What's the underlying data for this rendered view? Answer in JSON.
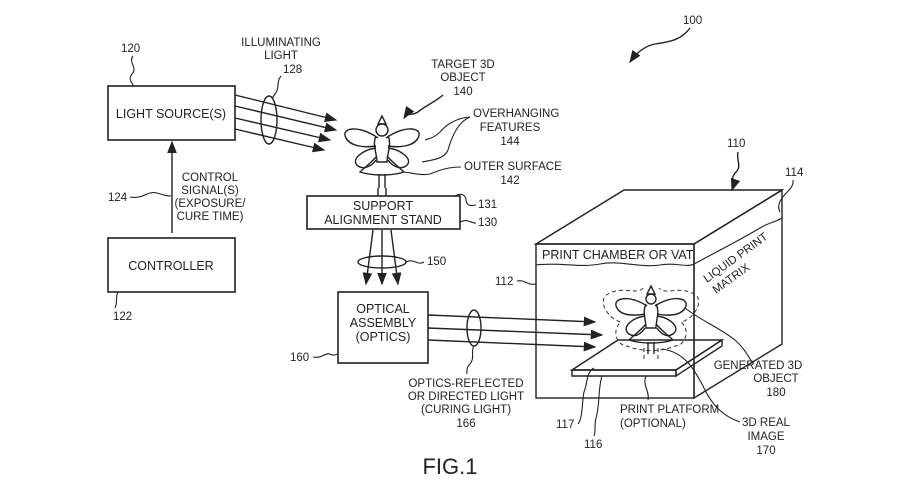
{
  "figure": {
    "caption": "FIG.1",
    "system_ref": "100"
  },
  "blocks": {
    "light_source": {
      "label": "LIGHT SOURCE(S)",
      "ref": "120"
    },
    "controller": {
      "label": "CONTROLLER",
      "ref": "122"
    },
    "support_stand": {
      "label_line1": "SUPPORT",
      "label_line2": "ALIGNMENT STAND",
      "ref_outer": "130",
      "ref_top": "131"
    },
    "optical_assembly": {
      "label_line1": "OPTICAL",
      "label_line2": "ASSEMBLY",
      "label_line3": "(OPTICS)",
      "ref": "160"
    }
  },
  "annotations": {
    "control_signal": {
      "lines": [
        "CONTROL",
        "SIGNAL(S)",
        "(EXPOSURE/",
        "CURE TIME)"
      ],
      "ref": "124"
    },
    "illuminating_light": {
      "lines": [
        "ILLUMINATING",
        "LIGHT"
      ],
      "ref": "128"
    },
    "target_object": {
      "lines": [
        "TARGET 3D",
        "OBJECT"
      ],
      "ref": "140"
    },
    "overhanging_features": {
      "lines": [
        "OVERHANGING",
        "FEATURES"
      ],
      "ref": "144"
    },
    "outer_surface": {
      "lines": [
        "OUTER SURFACE"
      ],
      "ref": "142"
    },
    "reflected_light_bundle": {
      "ref": "150"
    },
    "curing_light": {
      "lines": [
        "OPTICS-REFLECTED",
        "OR DIRECTED LIGHT",
        "(CURING LIGHT)"
      ],
      "ref": "166"
    },
    "print_chamber": {
      "label": "PRINT CHAMBER OR VAT",
      "ref_system": "110",
      "ref_chamber": "112"
    },
    "liquid_matrix": {
      "lines": [
        "LIQUID PRINT",
        "MATRIX"
      ],
      "ref": "114"
    },
    "print_platform": {
      "lines": [
        "PRINT PLATFORM",
        "(OPTIONAL)"
      ],
      "ref_top": "117",
      "ref_body": "116"
    },
    "generated_object": {
      "lines": [
        "GENERATED 3D",
        "OBJECT"
      ],
      "ref": "180"
    },
    "real_image": {
      "lines": [
        "3D REAL",
        "IMAGE"
      ],
      "ref": "170"
    }
  }
}
